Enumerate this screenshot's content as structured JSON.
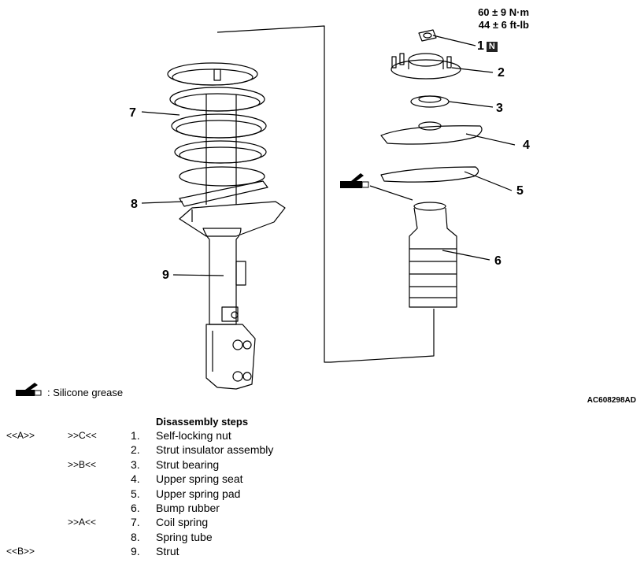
{
  "torque": {
    "line1": "60 ± 9 N·m",
    "line2": "44 ± 6 ft-lb"
  },
  "callouts": {
    "c1": "1",
    "c1_badge": "N",
    "c2": "2",
    "c3": "3",
    "c4": "4",
    "c5": "5",
    "c6": "6",
    "c7": "7",
    "c8": "8",
    "c9": "9"
  },
  "legend": {
    "text": ": Silicone grease"
  },
  "figure_code": "AC608298AD",
  "steps_title": "Disassembly steps",
  "steps": [
    {
      "install": "<<A>>",
      "remove": ">>C<<",
      "num": "1.",
      "label": "Self-locking nut"
    },
    {
      "install": "",
      "remove": "",
      "num": "2.",
      "label": "Strut insulator assembly"
    },
    {
      "install": "",
      "remove": ">>B<<",
      "num": "3.",
      "label": "Strut bearing"
    },
    {
      "install": "",
      "remove": "",
      "num": "4.",
      "label": "Upper spring seat"
    },
    {
      "install": "",
      "remove": "",
      "num": "5.",
      "label": "Upper spring pad"
    },
    {
      "install": "",
      "remove": "",
      "num": "6.",
      "label": "Bump rubber"
    },
    {
      "install": "",
      "remove": ">>A<<",
      "num": "7.",
      "label": "Coil spring"
    },
    {
      "install": "",
      "remove": "",
      "num": "8.",
      "label": "Spring tube"
    },
    {
      "install": "<<B>>",
      "remove": "",
      "num": "9.",
      "label": "Strut"
    }
  ]
}
